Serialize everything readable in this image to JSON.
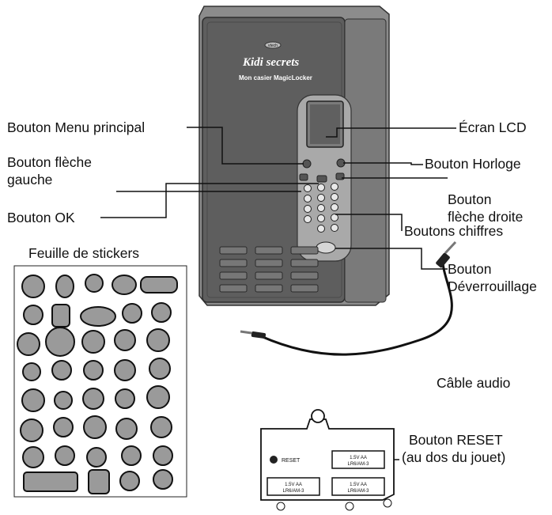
{
  "labels": {
    "menu": "Bouton Menu principal",
    "left_arrow_1": "Bouton flèche",
    "left_arrow_2": "gauche",
    "ok": "Bouton OK",
    "stickers": "Feuille de stickers",
    "lcd": "Écran LCD",
    "clock": "Bouton Horloge",
    "right_arrow_1": "Bouton",
    "right_arrow_2": "flèche droite",
    "digits": "Boutons chiffres",
    "unlock_1": "Bouton",
    "unlock_2": "Déverrouillage",
    "audio": "Câble audio",
    "reset_1": "Bouton RESET",
    "reset_2": "(au dos du jouet)"
  },
  "product": {
    "brand": "vtech",
    "name": "Kidi secrets",
    "subtitle": "Mon casier MagicLocker"
  },
  "battery_panel": {
    "reset_text": "RESET",
    "battery_line1": "1.5V AA",
    "battery_line2": "LR6/AM-3"
  },
  "colors": {
    "locker_body": "#6e6e6e",
    "locker_door": "#5f5f5f",
    "locker_side": "#8a8a8a",
    "keypad_panel": "#b9b9b9"
  }
}
